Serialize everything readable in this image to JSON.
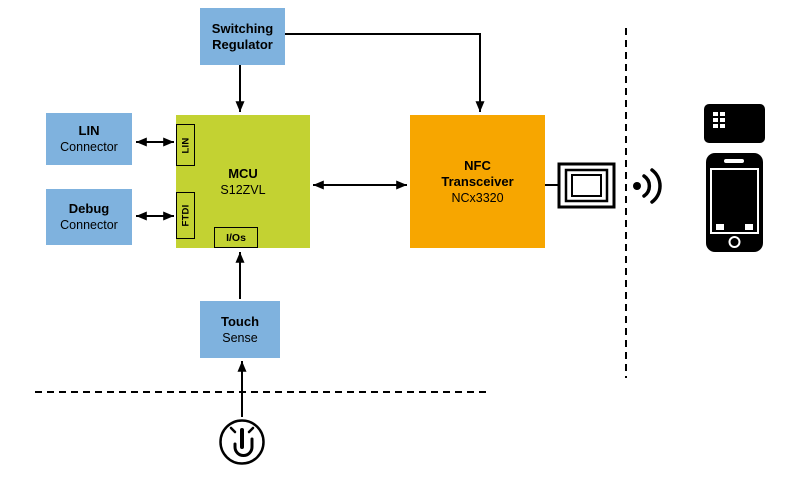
{
  "diagram": {
    "blocks": {
      "switching_regulator": {
        "label": "Switching\nRegulator"
      },
      "lin_connector": {
        "title": "LIN",
        "subtitle": "Connector"
      },
      "debug_connector": {
        "title": "Debug",
        "subtitle": "Connector"
      },
      "mcu": {
        "title": "MCU",
        "subtitle": "S12ZVL",
        "lin_port": "LIN",
        "ftdi_port": "FTDI",
        "ios_port": "I/Os"
      },
      "nfc_transceiver": {
        "title": "NFC\nTransceiver",
        "subtitle": "NCx3320"
      },
      "touch_sense": {
        "title": "Touch",
        "subtitle": "Sense"
      }
    },
    "icons": {
      "antenna": "nfc-antenna-icon",
      "waves": "rf-waves-icon",
      "card": "contactless-card-icon",
      "phone": "smartphone-icon",
      "touch": "touch-finger-icon"
    },
    "colors": {
      "block_blue": "#7fb2de",
      "mcu_green": "#c3d232",
      "nfc_orange": "#f7a600",
      "line_black": "#000000"
    }
  }
}
